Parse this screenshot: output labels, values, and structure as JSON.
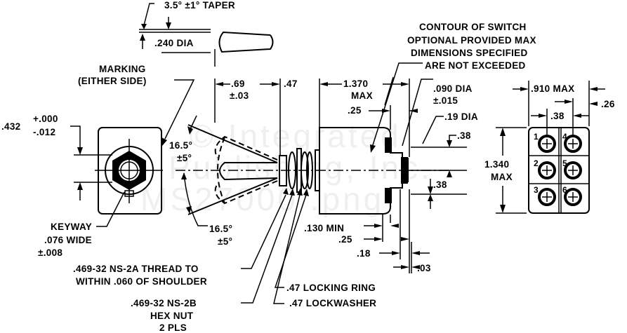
{
  "drawing": {
    "subject": "Toggle switch outline dimensions",
    "watermark": {
      "line1": "© Integrated",
      "line2": "Publishing, Inc.",
      "line3": "MS27000 .png"
    },
    "labels": {
      "taper": "3.5° ±1° TAPER",
      "lever_dia": ".240 DIA",
      "contour": [
        "CONTOUR OF SWITCH",
        "OPTIONAL PROVIDED MAX",
        "DIMENSIONS SPECIFIED",
        "ARE NOT EXCEEDED"
      ],
      "marking": [
        "MARKING",
        "(EITHER SIDE)"
      ],
      "bushing_dim": [
        ".432",
        "+.000",
        "-.012"
      ],
      "angle_upper": [
        "16.5°",
        "±5°"
      ],
      "angle_lower": [
        "16.5°",
        "±5°"
      ],
      "keyway": [
        "KEYWAY",
        ".076 WIDE",
        "±.008"
      ],
      "lever_len": [
        ".69",
        "±.03"
      ],
      "bushing_len": ".47",
      "body_len": [
        "1.370",
        "MAX"
      ],
      "body_offset": ".25",
      "terminal_dia": [
        ".090 DIA",
        "±.015"
      ],
      "terminal_head_dia": ".19 DIA",
      "term_spacing_upper": ".38",
      "term_spacing_lower": ".38",
      "width_max": ".910 MAX",
      "term_pitch": ".38",
      "term_edge": ".26",
      "height_max": [
        "1.340",
        "MAX"
      ],
      "min_130": ".130 MIN",
      "dim_25": ".25",
      "dim_18": ".18",
      "dim_03": ".03",
      "thread": [
        ".469-32 NS-2A THREAD TO",
        "WITHIN .060 OF SHOULDER"
      ],
      "locking_ring": ".47 LOCKING RING",
      "hex_nut": [
        ".469-32 NS-2B",
        "HEX NUT",
        "2 PLS"
      ],
      "lockwasher": ".47 LOCKWASHER"
    },
    "terminals": [
      "1",
      "2",
      "3",
      "4",
      "5",
      "6"
    ]
  }
}
